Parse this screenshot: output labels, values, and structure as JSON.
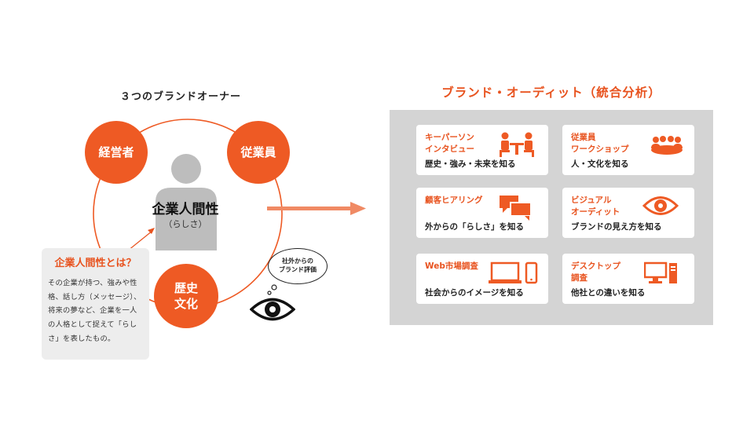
{
  "left": {
    "title": "３つのブランドオーナー",
    "owners": [
      "経営者",
      "従業員",
      "歴史\n文化"
    ],
    "center_title": "企業人間性",
    "center_sub": "（らしさ）",
    "definition": {
      "title": "企業人間性とは？",
      "body": "その企業が持つ、強みや性格、話し方（メッセージ）、将来の夢など、企業を一人の人格として捉えて「らしさ」を表したもの。"
    },
    "bubble": "社外からの\nブランド評価"
  },
  "right": {
    "title": "ブランド・オーディット（統合分析）",
    "cards": [
      {
        "title": "キーパーソン\nインタビュー",
        "desc": "歴史・強み・未来を知る",
        "icon": "interview-icon"
      },
      {
        "title": "従業員\nワークショップ",
        "desc": "人・文化を知る",
        "icon": "workshop-icon"
      },
      {
        "title": "顧客ヒアリング",
        "desc": "外からの「らしさ」を知る",
        "icon": "speech-bubbles-icon"
      },
      {
        "title": "ビジュアル\nオーディット",
        "desc": "ブランドの見え方を知る",
        "icon": "eye-icon"
      },
      {
        "title": "Web市場調査",
        "desc": "社会からのイメージを知る",
        "icon": "laptop-phone-icon"
      },
      {
        "title": "デスクトップ\n調査",
        "desc": "他社との違いを知る",
        "icon": "desktop-computer-icon"
      }
    ]
  },
  "colors": {
    "accent": "#ee5a24",
    "accent_text": "#e8531f",
    "panel": "#d4d4d4",
    "person": "#bdbdbd",
    "box": "#ededed",
    "arrow": "#f08a64"
  }
}
